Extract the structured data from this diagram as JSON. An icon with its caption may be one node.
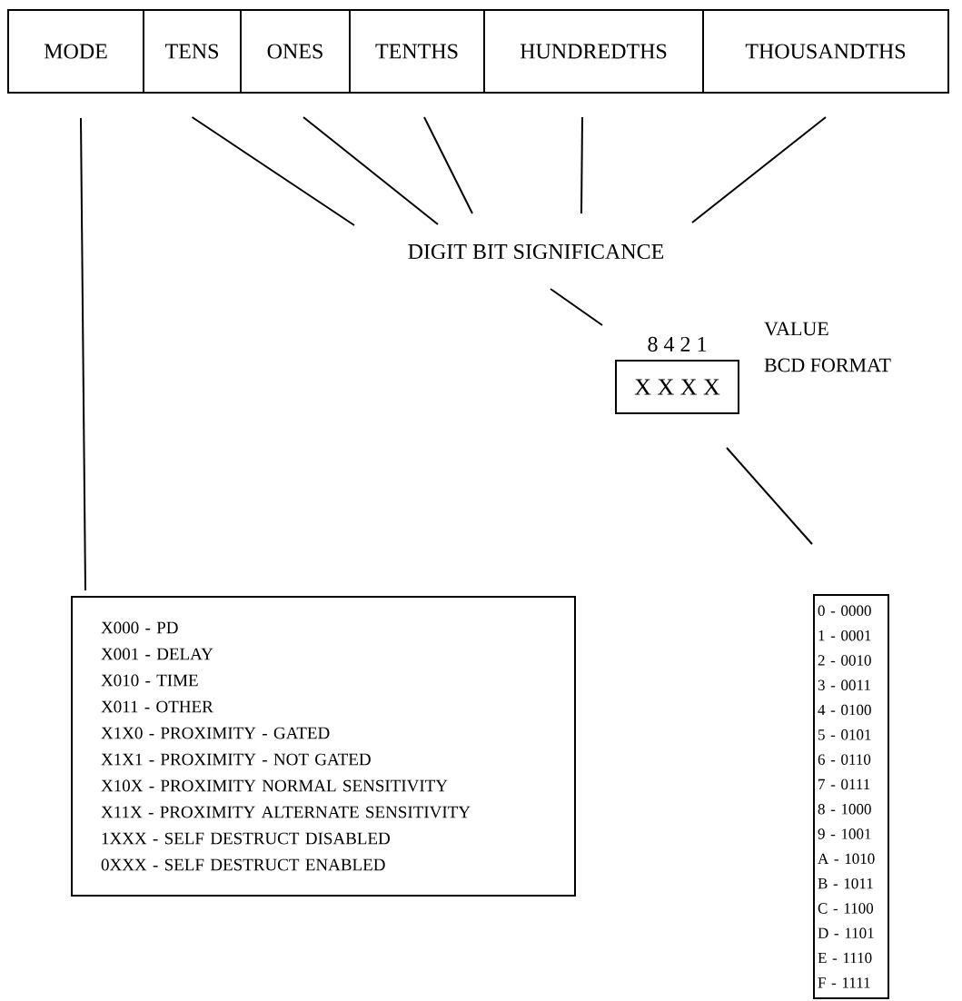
{
  "diagram": {
    "nodes": [
      {
        "text": [
          "MODE"
        ]
      },
      {
        "text": [
          "TENS"
        ]
      },
      {
        "text": [
          "ONES"
        ]
      },
      {
        "text": [
          "TENTHS"
        ]
      },
      {
        "text": [
          "HUNDREDTHS"
        ]
      },
      {
        "text": [
          "THOUSANDTHS"
        ]
      },
      {
        "text": [
          "DIGIT BIT SIGNIFICANCE"
        ]
      },
      {
        "text": [
          "8 4 2 1",
          "X X X X"
        ]
      },
      {
        "text": [
          "X000 - PD",
          "X001 - DELAY",
          "X010 - TIME",
          "X011 - OTHER",
          "X1X0 - PROXIMITY - GATED",
          "X1X1 - PROXIMITY - NOT GATED",
          "X10X - PROXIMITY NORMAL SENSITIVITY",
          "X11X - PROXIMITY ALTERNATE SENSITIVITY",
          "1XXX - SELF DESTRUCT DISABLED",
          "0XXX - SELF DESTRUCT ENABLED"
        ]
      },
      {
        "text": [
          "0 - 0000",
          "1 - 0001",
          "2 - 0010",
          "3 - 0011",
          "4 - 0100",
          "5 - 0101",
          "6 - 0110",
          "7 - 0111",
          "8 - 1000",
          "9 - 1001",
          "A - 1010",
          "B - 1011",
          "C - 1100",
          "D - 1101",
          "E - 1110",
          "F - 1111"
        ]
      }
    ],
    "edges": [
      {
        "from": 0,
        "to": 8,
        "arrow": "none"
      },
      {
        "from": 1,
        "to": 6,
        "arrow": "none"
      },
      {
        "from": 2,
        "to": 6,
        "arrow": "none"
      },
      {
        "from": 3,
        "to": 6,
        "arrow": "none"
      },
      {
        "from": 4,
        "to": 6,
        "arrow": "none"
      },
      {
        "from": 5,
        "to": 6,
        "arrow": "none"
      },
      {
        "from": 6,
        "to": 7,
        "arrow": "none"
      },
      {
        "from": 7,
        "to": 9,
        "arrow": "none"
      }
    ],
    "labels": [
      "VALUE",
      "BCD FORMAT"
    ]
  }
}
